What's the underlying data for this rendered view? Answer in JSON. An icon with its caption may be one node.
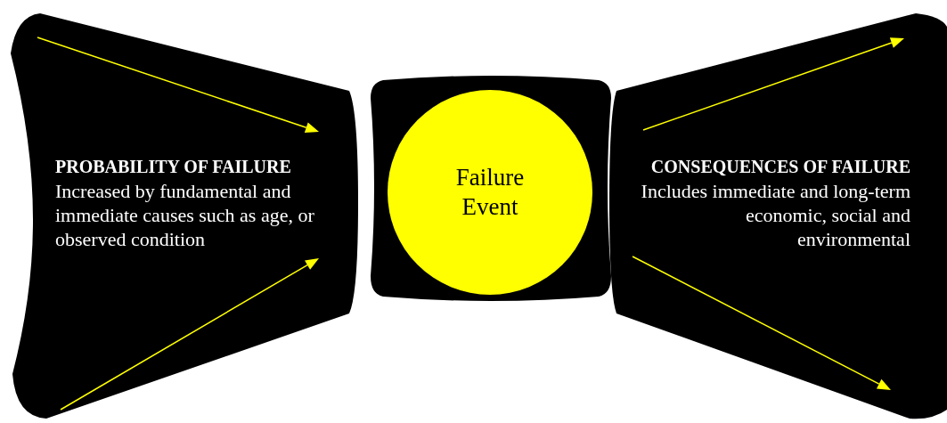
{
  "diagram": {
    "nodes": [
      {
        "text": [
          "PROBABILITY OF FAILURE",
          "Increased by fundamental and immediate causes such as age, or observed condition"
        ]
      },
      {
        "text": [],
        "shape": "box"
      },
      {
        "text": [
          "Failure Event"
        ],
        "in": 1
      },
      {
        "text": [
          "CONSEQUENCES OF FAILURE",
          "Includes immediate and long-term economic, social and environmental"
        ]
      }
    ]
  }
}
